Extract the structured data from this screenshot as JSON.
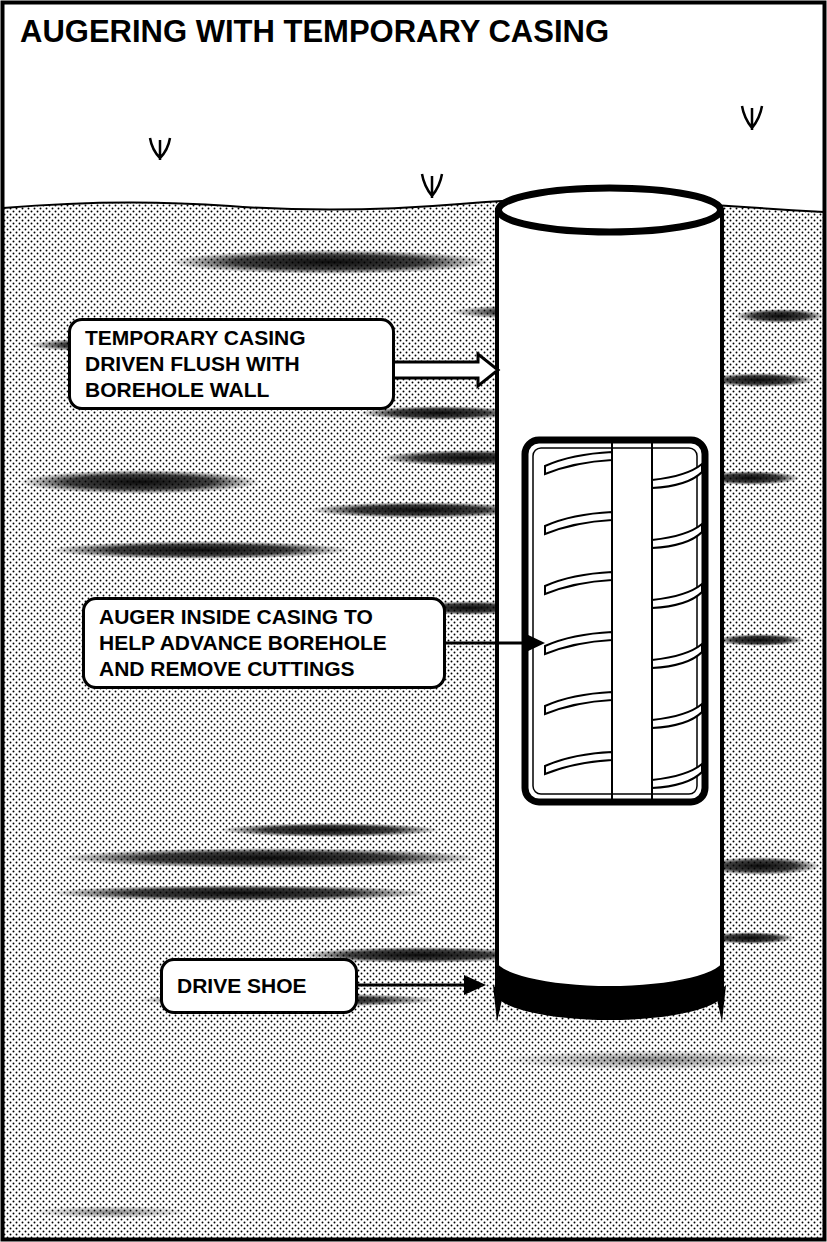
{
  "diagram": {
    "title": "AUGERING WITH TEMPORARY CASING",
    "nodes": [
      {
        "text": [
          "TEMPORARY CASING DRIVEN FLUSH WITH BOREHOLE WALL"
        ]
      },
      {
        "text": [
          "AUGER INSIDE CASING TO HELP ADVANCE BOREHOLE AND REMOVE CUTTINGS"
        ]
      },
      {
        "text": [
          "DRIVE SHOE"
        ]
      }
    ]
  }
}
